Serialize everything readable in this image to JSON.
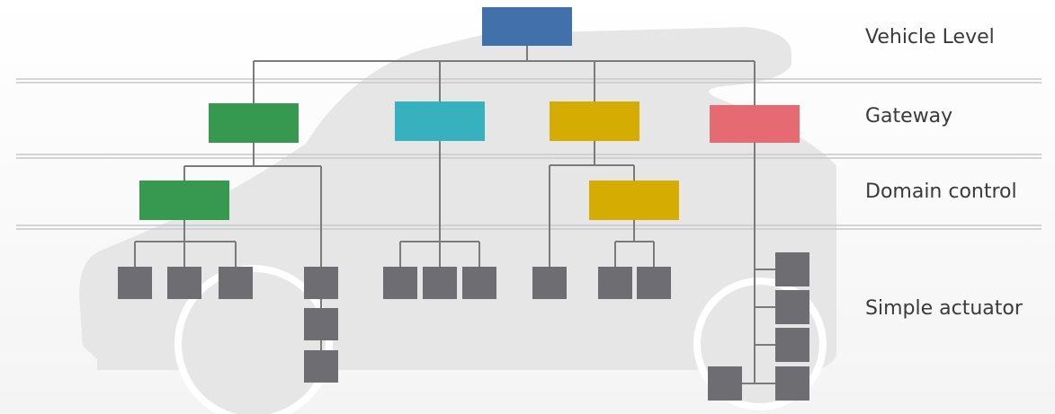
{
  "levels": {
    "vehicle": "Vehicle Level",
    "gateway": "Gateway",
    "domain": "Domain control",
    "actuator": "Simple actuator"
  },
  "colors": {
    "vehicle_node": "#4170ab",
    "green": "#36994f",
    "teal": "#36b1bd",
    "yellow": "#d5ad02",
    "red": "#e56a72",
    "actuator": "#6e6d72",
    "connector": "#7b7b7b",
    "car_silhouette": "#e6e6e6",
    "separator": "#c8c8c8"
  }
}
